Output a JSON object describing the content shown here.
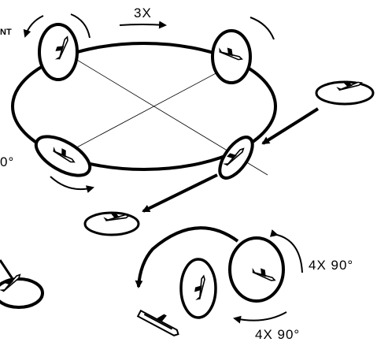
{
  "labels": {
    "top_count": "3X",
    "edge_top_left": "NT",
    "edge_left": "0°",
    "right_rotation": "4X 90°",
    "bottom_rotation": "4X 90°"
  },
  "colors": {
    "ink": "#000000",
    "background": "#ffffff"
  }
}
